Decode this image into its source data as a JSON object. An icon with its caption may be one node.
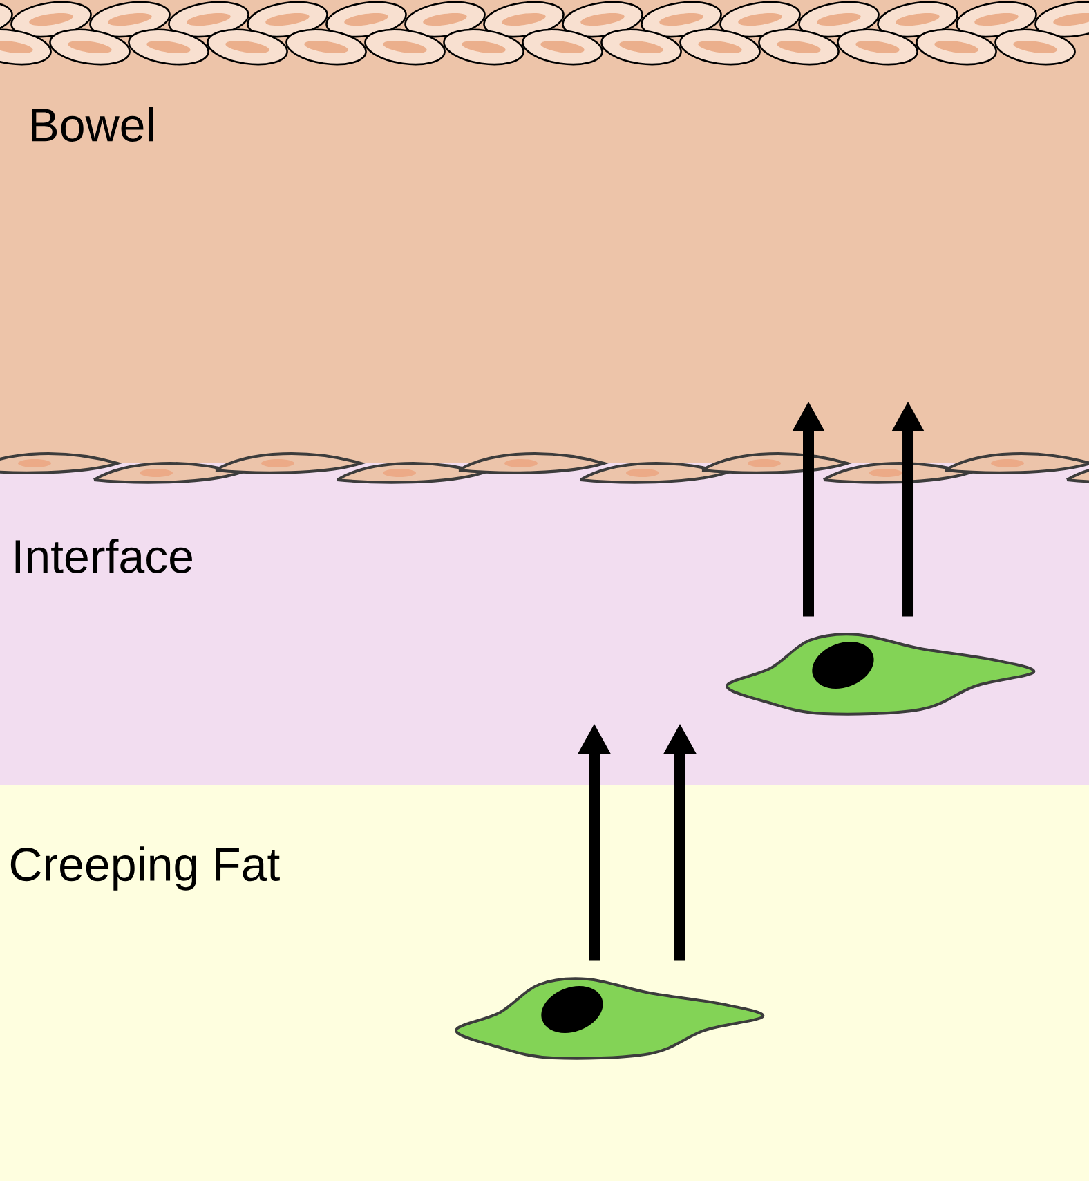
{
  "diagram": {
    "nodes": [
      {
        "text": [
          "Bowel"
        ]
      },
      {
        "text": [
          "Interface"
        ]
      },
      {
        "text": [
          "Creeping Fat"
        ]
      },
      {
        "text": [],
        "shape": "picture",
        "in": 2
      },
      {
        "text": [],
        "shape": "picture",
        "in": 1
      }
    ],
    "edges": [
      {
        "from": 3,
        "to": 1,
        "arrow": "to"
      },
      {
        "from": 3,
        "to": 1,
        "arrow": "to"
      },
      {
        "from": 4,
        "to": 0,
        "arrow": "to"
      },
      {
        "from": 4,
        "to": 0,
        "arrow": "to"
      }
    ]
  }
}
